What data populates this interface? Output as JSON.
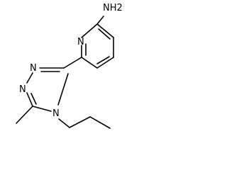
{
  "structure": {
    "atom_labels": {
      "amine": "NH2",
      "pyridine_n": "N",
      "triazole_n1": "N",
      "triazole_n2": "N",
      "triazole_n4": "N"
    },
    "colors": {
      "bond": "#000000",
      "label": "#000000",
      "background": "#ffffff"
    }
  }
}
